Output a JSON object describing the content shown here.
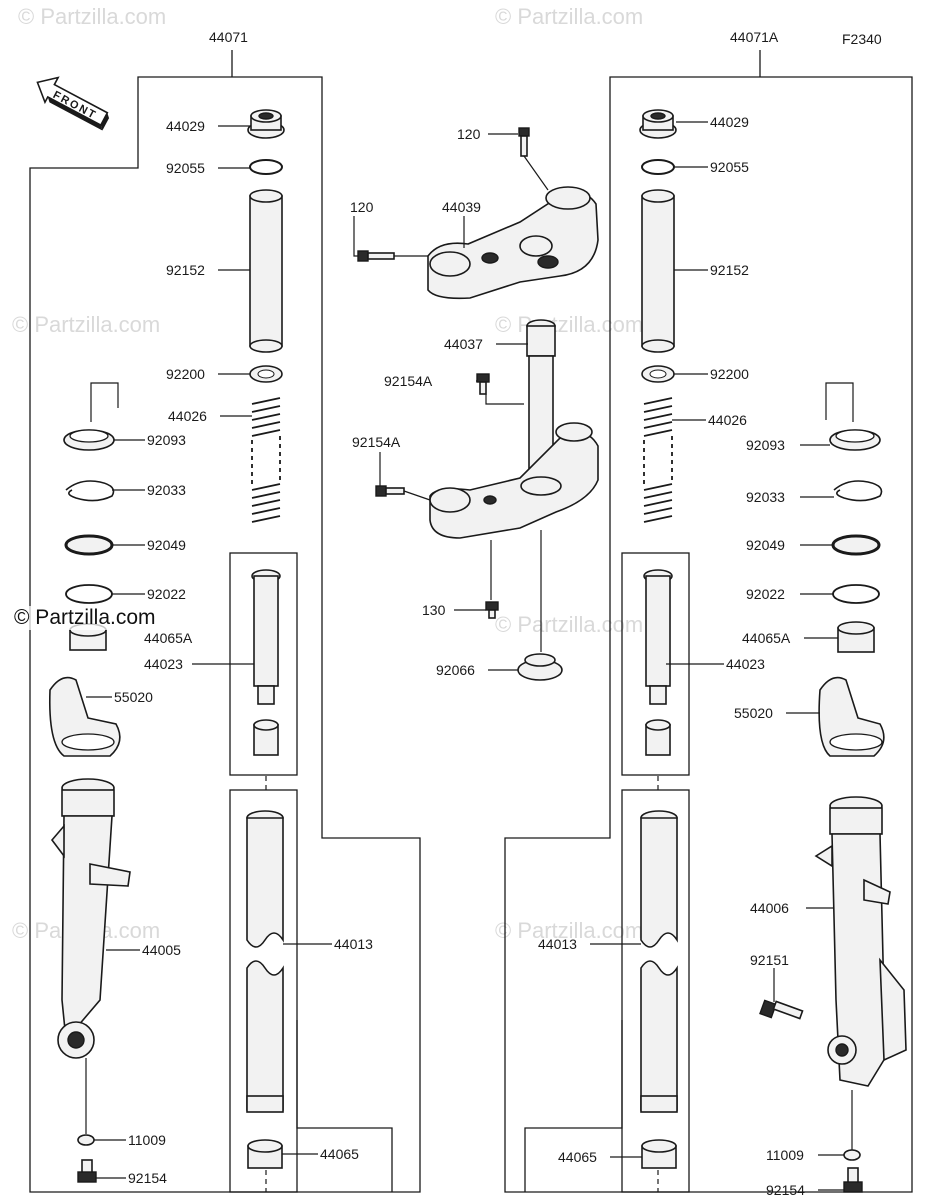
{
  "diagram": {
    "code": "F2340",
    "front_label": "FRONT",
    "watermark": "© Partzilla.com",
    "site_logo": "© Partzilla.com",
    "assembly_labels": {
      "left_fork": "44071",
      "right_fork": "44071A"
    },
    "left_labels": [
      "44029",
      "92055",
      "92152",
      "92200",
      "44026",
      "92093",
      "92033",
      "92049",
      "92022",
      "44065A",
      "44023",
      "55020",
      "44005",
      "44013",
      "11009",
      "44065",
      "92154"
    ],
    "center_labels": [
      "120",
      "120",
      "44039",
      "44037",
      "92154A",
      "92154A",
      "130",
      "92066"
    ],
    "right_labels": [
      "44029",
      "92055",
      "92152",
      "92200",
      "44026",
      "92093",
      "92033",
      "92049",
      "92022",
      "44065A",
      "44023",
      "55020",
      "44006",
      "92151",
      "44013",
      "11009",
      "44065",
      "92154"
    ]
  }
}
